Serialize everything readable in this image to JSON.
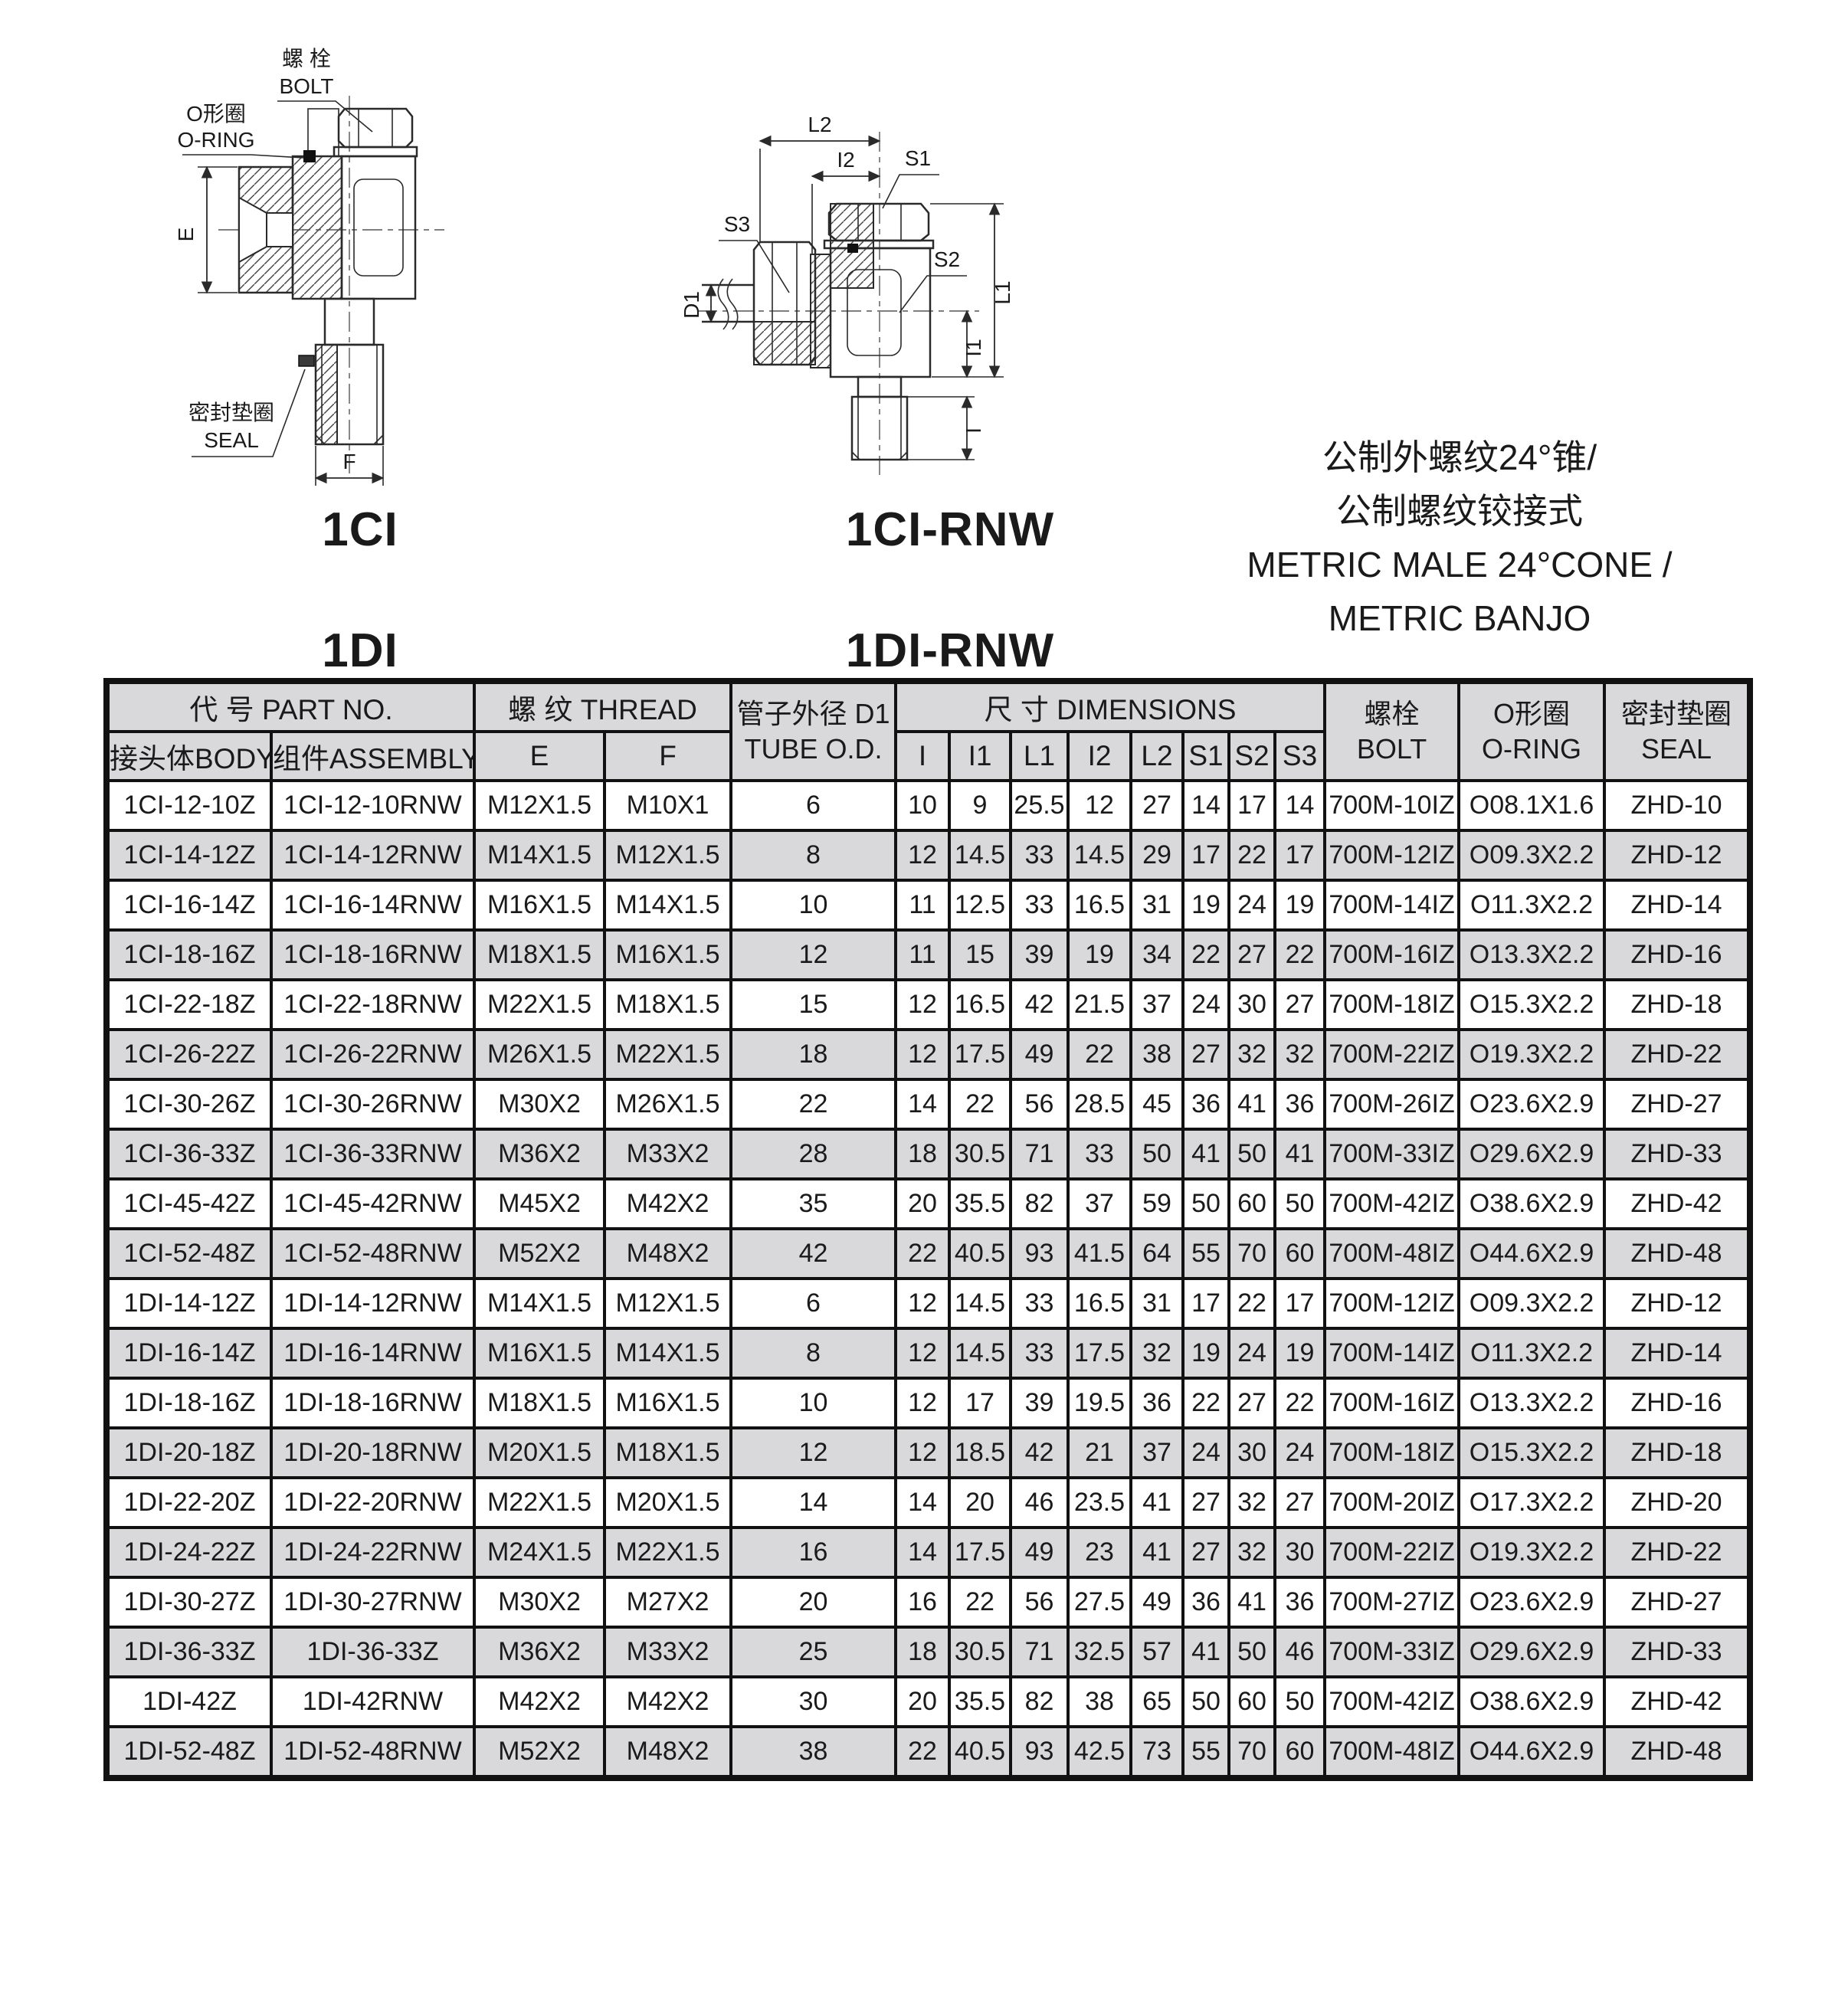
{
  "colors": {
    "grid": "#111111",
    "row_shade": "#d9d9db",
    "text": "#1a1a1a",
    "background": "#ffffff"
  },
  "diagrams": {
    "left": {
      "callouts": {
        "bolt_cn": "螺 栓",
        "bolt_en": "BOLT",
        "oring_cn": "O形圈",
        "oring_en": "O-RING",
        "seal_cn": "密封垫圈",
        "seal_en": "SEAL"
      },
      "dims": {
        "e": "E",
        "f": "F"
      },
      "title_line1": "1CI",
      "title_line2": "1DI"
    },
    "right": {
      "callouts": {
        "s1": "S1",
        "s2": "S2",
        "s3": "S3"
      },
      "dims": {
        "l2": "L2",
        "i2": "I2",
        "d1": "D1",
        "l1": "L1",
        "i1": "I1",
        "i": "I"
      },
      "title_line1": "1CI-RNW",
      "title_line2": "1DI-RNW"
    },
    "description": {
      "line1": "公制外螺纹24°锥/",
      "line2": "公制螺纹铰接式",
      "line3": "METRIC MALE 24°CONE /",
      "line4": "METRIC BANJO"
    }
  },
  "table": {
    "header": {
      "part_no": "代 号 PART NO.",
      "body": "接头体BODY",
      "assembly": "组件ASSEMBLY",
      "thread": "螺 纹 THREAD",
      "e": "E",
      "f": "F",
      "tube_od_cn": "管子外径 D1",
      "tube_od_en": "TUBE O.D.",
      "dimensions": "尺 寸  DIMENSIONS",
      "dims": [
        "I",
        "I1",
        "L1",
        "I2",
        "L2",
        "S1",
        "S2",
        "S3"
      ],
      "bolt_cn": "螺栓",
      "bolt_en": "BOLT",
      "oring_cn": "O形圈",
      "oring_en": "O-RING",
      "seal_cn": "密封垫圈",
      "seal_en": "SEAL"
    },
    "rows": [
      [
        "1CI-12-10Z",
        "1CI-12-10RNW",
        "M12X1.5",
        "M10X1",
        "6",
        "10",
        "9",
        "25.5",
        "12",
        "27",
        "14",
        "17",
        "14",
        "700M-10IZ",
        "O08.1X1.6",
        "ZHD-10"
      ],
      [
        "1CI-14-12Z",
        "1CI-14-12RNW",
        "M14X1.5",
        "M12X1.5",
        "8",
        "12",
        "14.5",
        "33",
        "14.5",
        "29",
        "17",
        "22",
        "17",
        "700M-12IZ",
        "O09.3X2.2",
        "ZHD-12"
      ],
      [
        "1CI-16-14Z",
        "1CI-16-14RNW",
        "M16X1.5",
        "M14X1.5",
        "10",
        "11",
        "12.5",
        "33",
        "16.5",
        "31",
        "19",
        "24",
        "19",
        "700M-14IZ",
        "O11.3X2.2",
        "ZHD-14"
      ],
      [
        "1CI-18-16Z",
        "1CI-18-16RNW",
        "M18X1.5",
        "M16X1.5",
        "12",
        "11",
        "15",
        "39",
        "19",
        "34",
        "22",
        "27",
        "22",
        "700M-16IZ",
        "O13.3X2.2",
        "ZHD-16"
      ],
      [
        "1CI-22-18Z",
        "1CI-22-18RNW",
        "M22X1.5",
        "M18X1.5",
        "15",
        "12",
        "16.5",
        "42",
        "21.5",
        "37",
        "24",
        "30",
        "27",
        "700M-18IZ",
        "O15.3X2.2",
        "ZHD-18"
      ],
      [
        "1CI-26-22Z",
        "1CI-26-22RNW",
        "M26X1.5",
        "M22X1.5",
        "18",
        "12",
        "17.5",
        "49",
        "22",
        "38",
        "27",
        "32",
        "32",
        "700M-22IZ",
        "O19.3X2.2",
        "ZHD-22"
      ],
      [
        "1CI-30-26Z",
        "1CI-30-26RNW",
        "M30X2",
        "M26X1.5",
        "22",
        "14",
        "22",
        "56",
        "28.5",
        "45",
        "36",
        "41",
        "36",
        "700M-26IZ",
        "O23.6X2.9",
        "ZHD-27"
      ],
      [
        "1CI-36-33Z",
        "1CI-36-33RNW",
        "M36X2",
        "M33X2",
        "28",
        "18",
        "30.5",
        "71",
        "33",
        "50",
        "41",
        "50",
        "41",
        "700M-33IZ",
        "O29.6X2.9",
        "ZHD-33"
      ],
      [
        "1CI-45-42Z",
        "1CI-45-42RNW",
        "M45X2",
        "M42X2",
        "35",
        "20",
        "35.5",
        "82",
        "37",
        "59",
        "50",
        "60",
        "50",
        "700M-42IZ",
        "O38.6X2.9",
        "ZHD-42"
      ],
      [
        "1CI-52-48Z",
        "1CI-52-48RNW",
        "M52X2",
        "M48X2",
        "42",
        "22",
        "40.5",
        "93",
        "41.5",
        "64",
        "55",
        "70",
        "60",
        "700M-48IZ",
        "O44.6X2.9",
        "ZHD-48"
      ],
      [
        "1DI-14-12Z",
        "1DI-14-12RNW",
        "M14X1.5",
        "M12X1.5",
        "6",
        "12",
        "14.5",
        "33",
        "16.5",
        "31",
        "17",
        "22",
        "17",
        "700M-12IZ",
        "O09.3X2.2",
        "ZHD-12"
      ],
      [
        "1DI-16-14Z",
        "1DI-16-14RNW",
        "M16X1.5",
        "M14X1.5",
        "8",
        "12",
        "14.5",
        "33",
        "17.5",
        "32",
        "19",
        "24",
        "19",
        "700M-14IZ",
        "O11.3X2.2",
        "ZHD-14"
      ],
      [
        "1DI-18-16Z",
        "1DI-18-16RNW",
        "M18X1.5",
        "M16X1.5",
        "10",
        "12",
        "17",
        "39",
        "19.5",
        "36",
        "22",
        "27",
        "22",
        "700M-16IZ",
        "O13.3X2.2",
        "ZHD-16"
      ],
      [
        "1DI-20-18Z",
        "1DI-20-18RNW",
        "M20X1.5",
        "M18X1.5",
        "12",
        "12",
        "18.5",
        "42",
        "21",
        "37",
        "24",
        "30",
        "24",
        "700M-18IZ",
        "O15.3X2.2",
        "ZHD-18"
      ],
      [
        "1DI-22-20Z",
        "1DI-22-20RNW",
        "M22X1.5",
        "M20X1.5",
        "14",
        "14",
        "20",
        "46",
        "23.5",
        "41",
        "27",
        "32",
        "27",
        "700M-20IZ",
        "O17.3X2.2",
        "ZHD-20"
      ],
      [
        "1DI-24-22Z",
        "1DI-24-22RNW",
        "M24X1.5",
        "M22X1.5",
        "16",
        "14",
        "17.5",
        "49",
        "23",
        "41",
        "27",
        "32",
        "30",
        "700M-22IZ",
        "O19.3X2.2",
        "ZHD-22"
      ],
      [
        "1DI-30-27Z",
        "1DI-30-27RNW",
        "M30X2",
        "M27X2",
        "20",
        "16",
        "22",
        "56",
        "27.5",
        "49",
        "36",
        "41",
        "36",
        "700M-27IZ",
        "O23.6X2.9",
        "ZHD-27"
      ],
      [
        "1DI-36-33Z",
        "1DI-36-33Z",
        "M36X2",
        "M33X2",
        "25",
        "18",
        "30.5",
        "71",
        "32.5",
        "57",
        "41",
        "50",
        "46",
        "700M-33IZ",
        "O29.6X2.9",
        "ZHD-33"
      ],
      [
        "1DI-42Z",
        "1DI-42RNW",
        "M42X2",
        "M42X2",
        "30",
        "20",
        "35.5",
        "82",
        "38",
        "65",
        "50",
        "60",
        "50",
        "700M-42IZ",
        "O38.6X2.9",
        "ZHD-42"
      ],
      [
        "1DI-52-48Z",
        "1DI-52-48RNW",
        "M52X2",
        "M48X2",
        "38",
        "22",
        "40.5",
        "93",
        "42.5",
        "73",
        "55",
        "70",
        "60",
        "700M-48IZ",
        "O44.6X2.9",
        "ZHD-48"
      ]
    ]
  }
}
